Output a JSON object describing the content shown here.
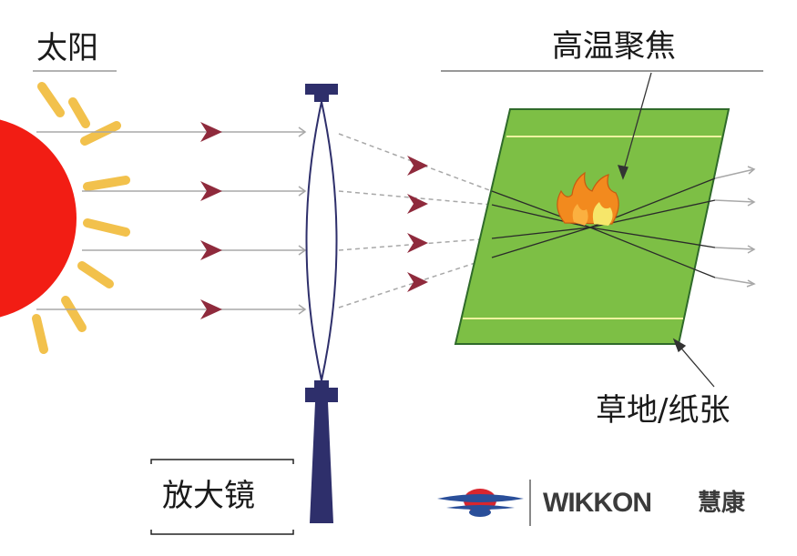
{
  "labels": {
    "sun": "太阳",
    "focus": "高温聚焦",
    "surface": "草地/纸张",
    "lens": "放大镜"
  },
  "brand": {
    "name": "WIKKON",
    "name_cn": "慧康"
  },
  "colors": {
    "sun": "#f21d14",
    "sun_ray": "#f2c14c",
    "grass": "#7dbf45",
    "grass_border": "#2f6a2a",
    "chevron": "#8f2a3c",
    "lens_frame": "#2e2f6b",
    "ray_line": "#a8a8a8",
    "flame": "#f28a1e",
    "brand_red": "#d9262e",
    "brand_blue": "#2a4f9a"
  }
}
